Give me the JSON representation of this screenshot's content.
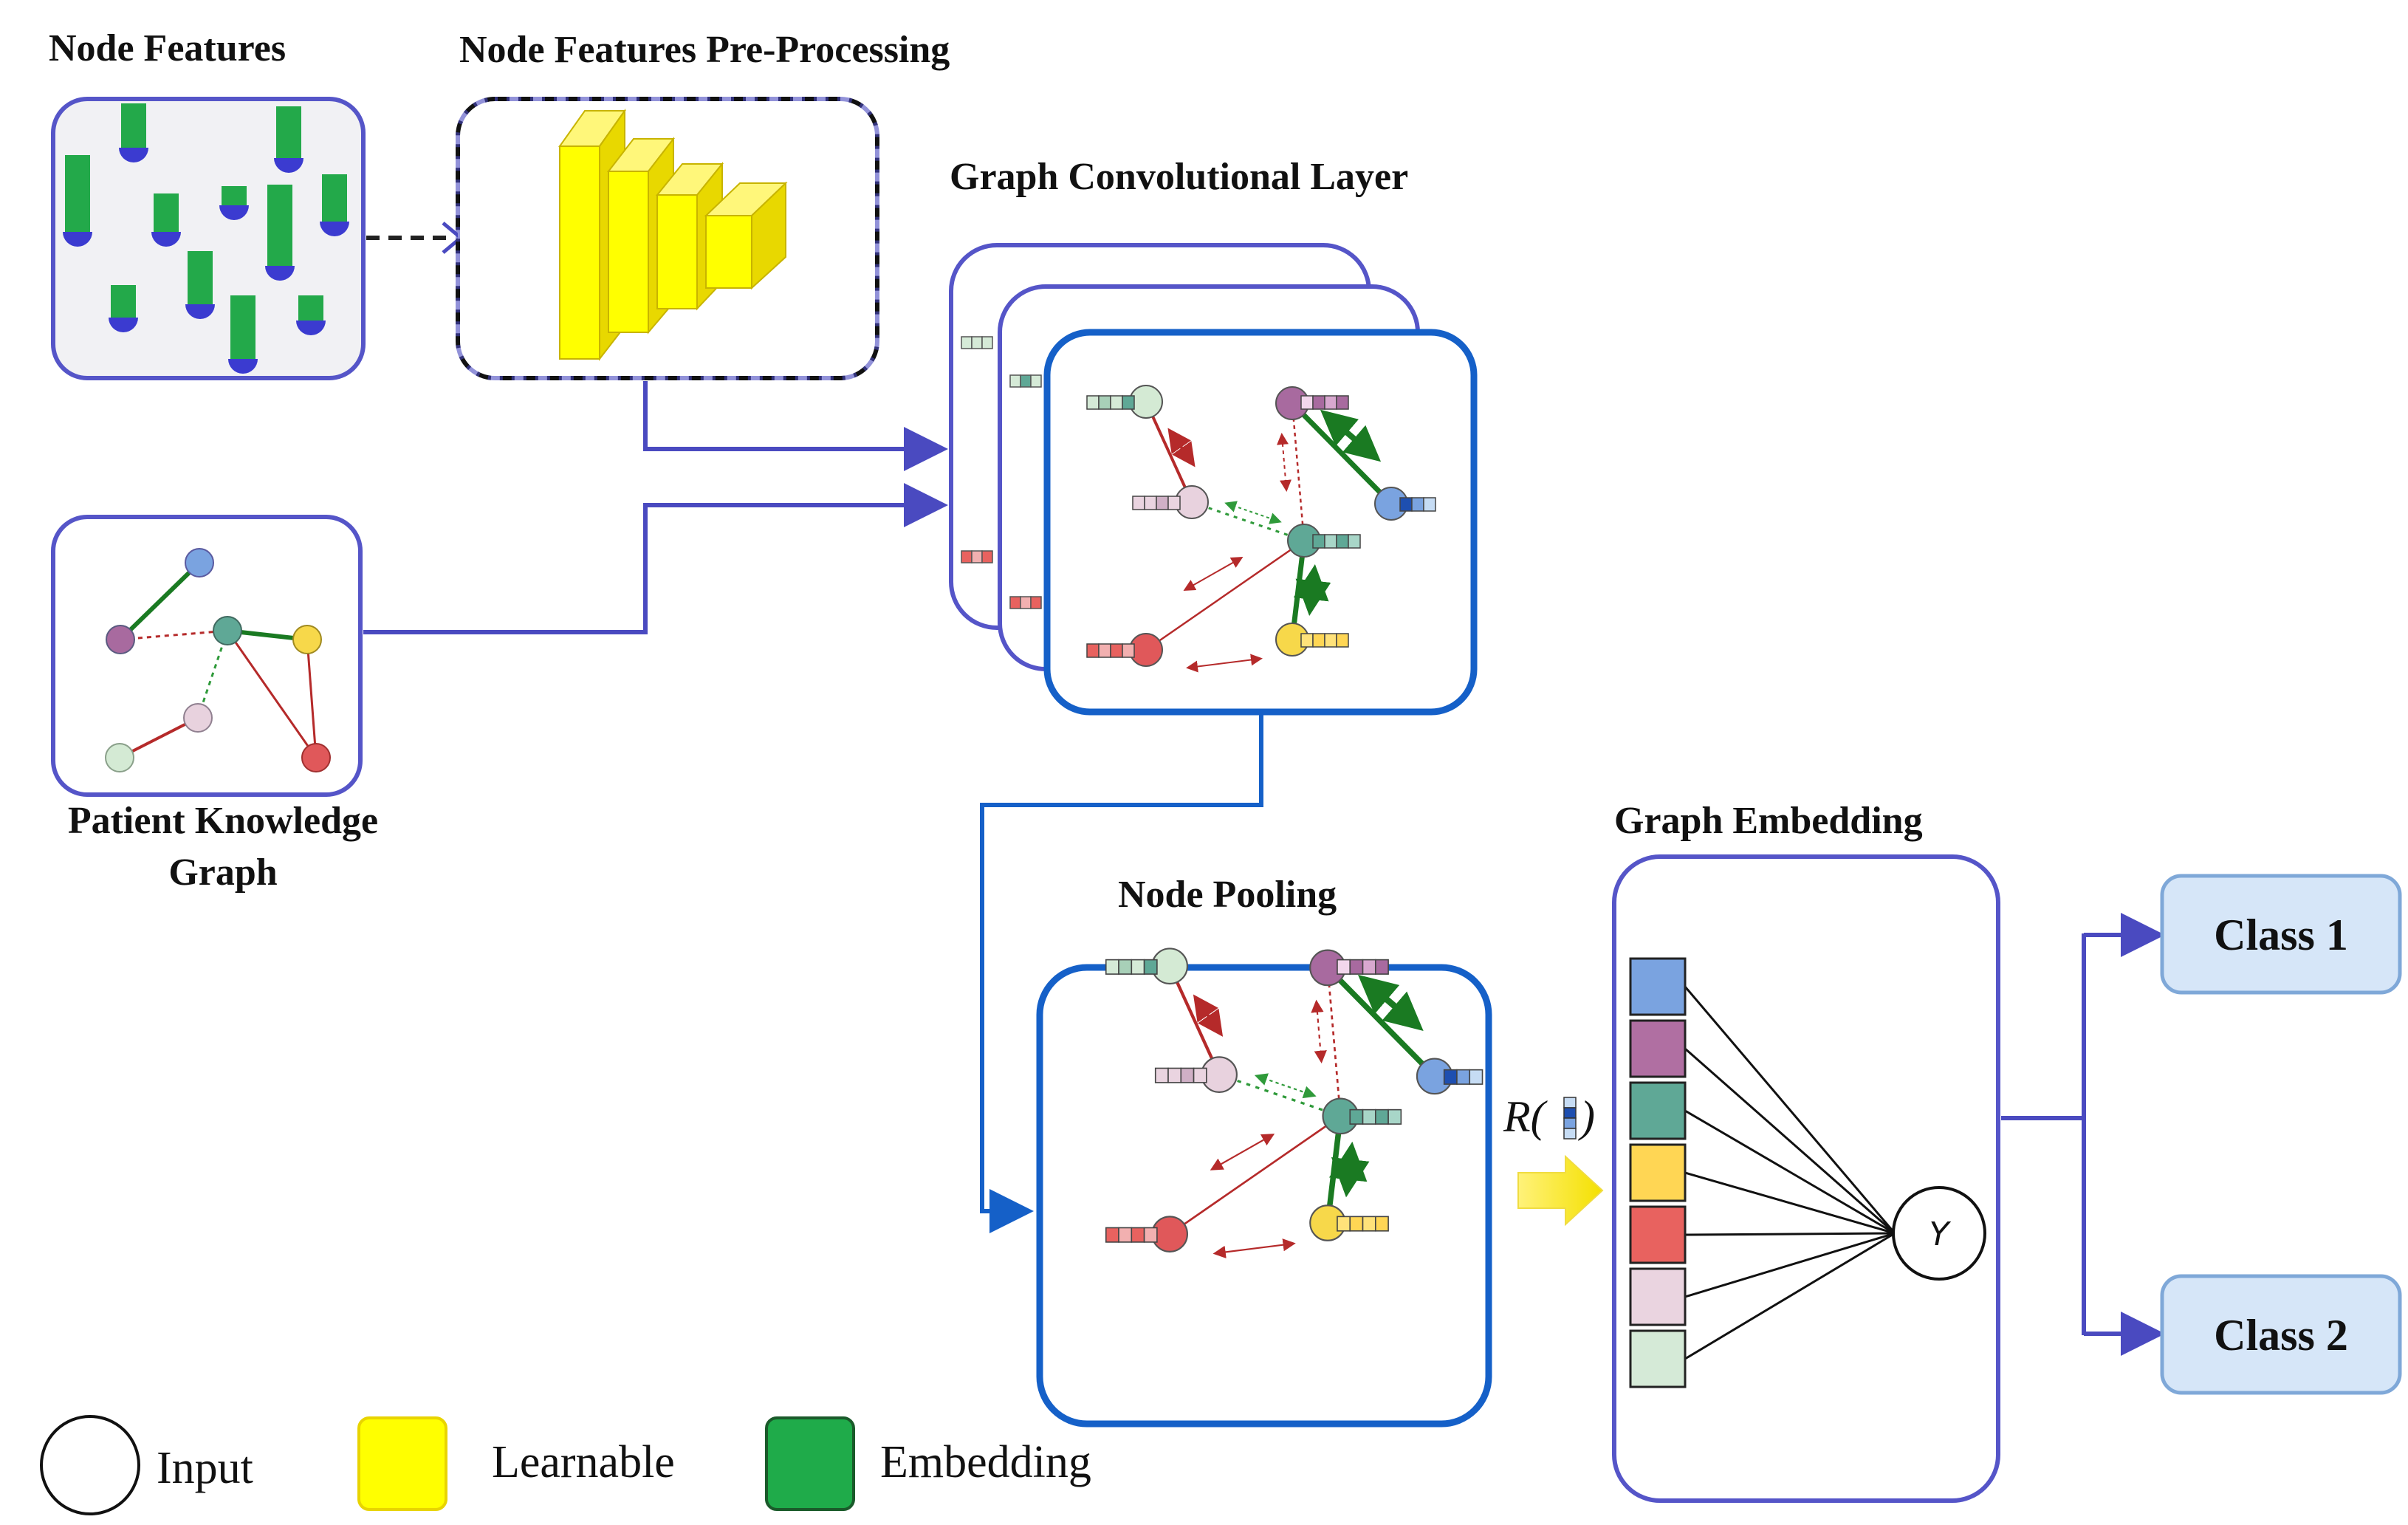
{
  "labels": {
    "node_features": "Node Features",
    "preprocessing": "Node Features Pre-Processing",
    "gcn_layer": "Graph Convolutional Layer",
    "patient_kg_line1": "Patient Knowledge",
    "patient_kg_line2": "Graph",
    "node_pooling": "Node Pooling",
    "graph_embedding": "Graph Embedding",
    "readout": "R(",
    "readout_close": ")",
    "output_node": "Y"
  },
  "classes": [
    "Class 1",
    "Class 2"
  ],
  "legend": [
    {
      "label": "Input",
      "swatch": "circle",
      "color": "#ffffff"
    },
    {
      "label": "Learnable",
      "swatch": "square",
      "color": "#ffff00"
    },
    {
      "label": "Embedding",
      "swatch": "square",
      "color": "#1fab4a"
    }
  ],
  "node_colors": {
    "blue": "#7aa3e0",
    "purple": "#a86a9f",
    "teal": "#5fa896",
    "yellow": "#f7d84a",
    "red": "#e0585a",
    "pink": "#e8d2de",
    "mint": "#d4ead4"
  },
  "embedding_colors": [
    "#7aa3e0",
    "#b06fa2",
    "#5fa896",
    "#ffd654",
    "#e8625f",
    "#ead4e0",
    "#d5ead7"
  ],
  "accent_colors": {
    "frame": "#5555c8",
    "arrow": "#4a4ac0",
    "focus": "#1560c8",
    "class_fill": "#d6e6f8",
    "class_border": "#7fa8d8"
  }
}
